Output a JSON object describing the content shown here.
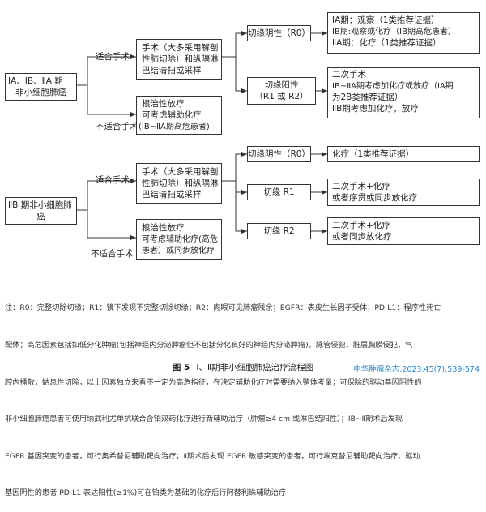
{
  "boxes": {
    "stage1_title": [
      "ⅠA、ⅠB、ⅡA 期",
      "非小细胞肺癌"
    ],
    "stage1_surgery": [
      "手术（大多采用解剖",
      "性肺切除）和纵隔淋",
      "巴结清扫或采样"
    ],
    "stage1_radio": [
      "根治性放疗",
      "可考虑辅助化疗",
      "(ⅠB~ⅡA期高危患者)"
    ],
    "stage1_r0": [
      "切缘阴性（R0）"
    ],
    "stage1_r1r2": [
      "切缘阳性",
      "（R1 或 R2）"
    ],
    "stage1_r0_out": [
      "ⅠA期：观察（1类推荐证据）",
      "ⅠB期:观察或化疗（ⅠB期高危患者）",
      "ⅡA期：化疗（1类推荐证据）"
    ],
    "stage1_r1r2_out": [
      "二次手术",
      "ⅠB~ⅡA期考虑加化疗或放疗（IA期",
      "为2B类推荐证据）",
      "ⅡB期考虑加化疗，放疗"
    ],
    "stage2_title": [
      "ⅡB 期非小细胞肺",
      "癌"
    ],
    "stage2_surgery": [
      "手术（大多采用解剖",
      "性肺切除）和纵隔淋",
      "巴结清扫或采样"
    ],
    "stage2_radio": [
      "根治性放疗",
      "可考虑辅助化疗(高危",
      "患者）或同步放化疗"
    ],
    "stage2_r0": [
      "切缘阴性（R0）"
    ],
    "stage2_r1": [
      "切缘 R1"
    ],
    "stage2_r2": [
      "切缘 R2"
    ],
    "stage2_r0_out": [
      "化疗（1类推荐证据）"
    ],
    "stage2_r1_out": [
      "二次手术+化疗",
      "或者序贯或同步放化疗"
    ],
    "stage2_r2_out": [
      "二次手术+化疗",
      "或者同步放化疗"
    ]
  },
  "edge_labels": {
    "s1_fit": "适合手术",
    "s1_unfit": "不适合手术",
    "s2_fit": "适合手术",
    "s2_unfit": "不适合手术"
  },
  "note_lines": [
    "注：R0：完整切除切缘；R1：镜下发现不完整切除切缘；R2：肉眼可见肺瘤残余；EGFR：表皮生长因子受体；PD-L1：程序性死亡",
    "配体；高危因素包括如低分化肿瘤(包括神经内分泌肿瘤但不包括分化良好的神经内分泌肿瘤)，脉管侵犯，脏层胸膜侵犯，气",
    "腔内播散，姑息性切除，以上因素独立来看不一定为高危指征，在决定辅助化疗时需要纳入整体考量；可保除的驱动基因阴性的",
    "非小细胞肺癌患者可使用纳武利尤单抗联合含铂双药化疗进行新辅助治疗（肿瘤≥4 cm 或淋巴结阳性）；ⅠB~Ⅱ期术后发现",
    "EGFR 基因突变的患者，可行奥希替尼辅助靶向治疗；Ⅱ期术后发现 EGFR 敏感突变的患者，可行埃克替尼辅助靶向治疗。驱动",
    "基因阴性的患者 PD-L1 表达阳性(≥1%)可在铂类为基础的化疗后行阿替利珠辅助治疗"
  ],
  "caption": {
    "figure_no": "图 5",
    "title": "Ⅰ、Ⅱ期非小细胞肺癌治疗流程图"
  },
  "source": "中华肿瘤杂志,2023,45(7):539-574"
}
